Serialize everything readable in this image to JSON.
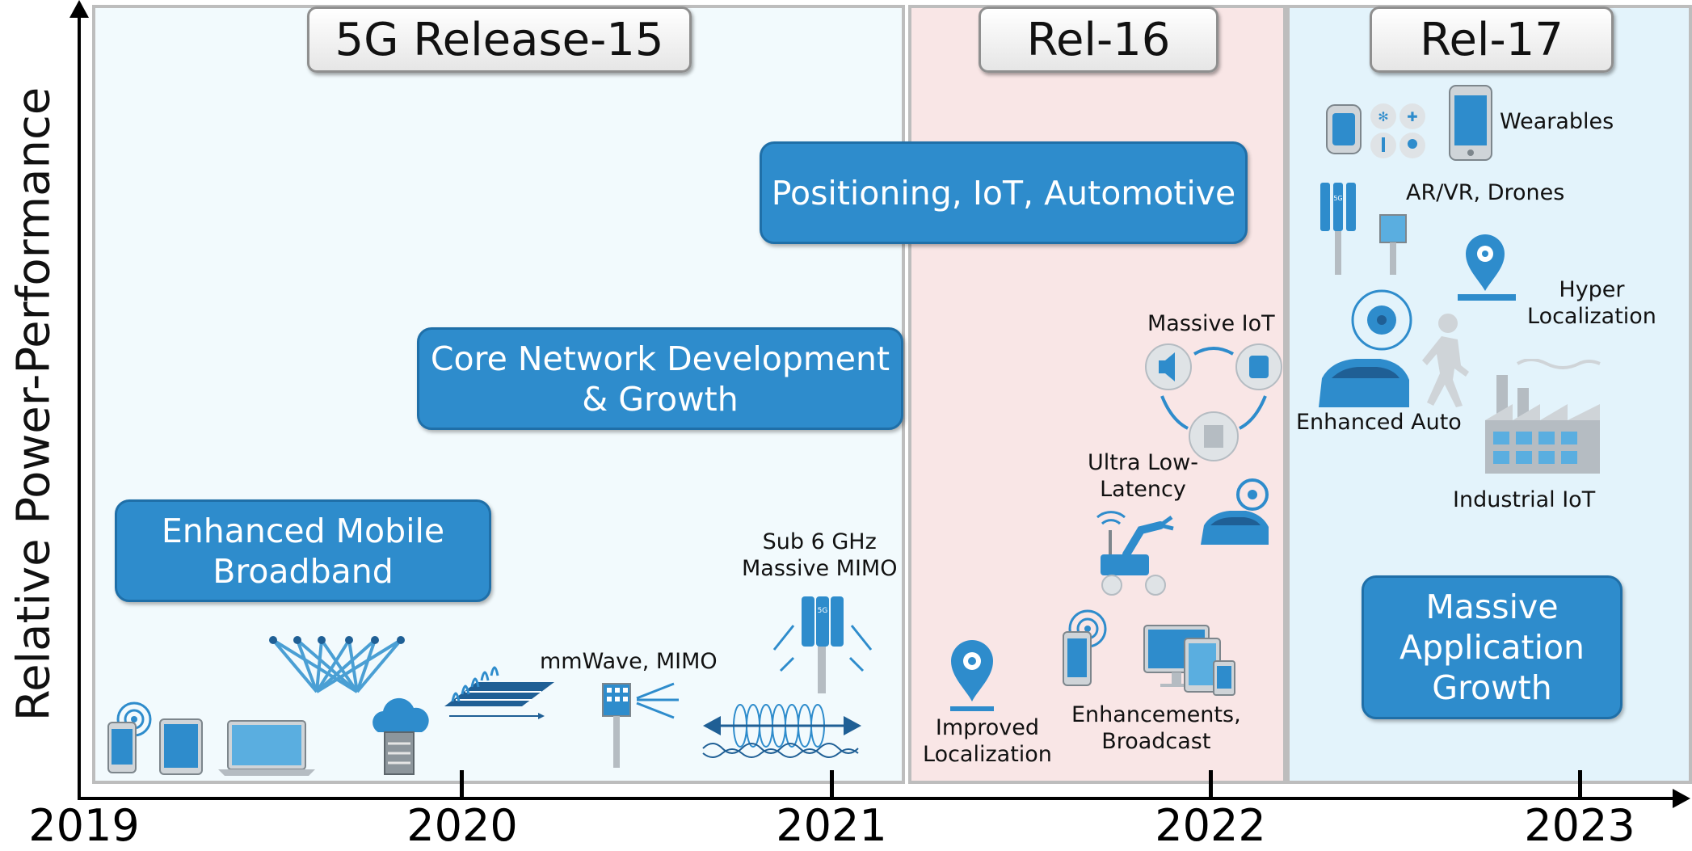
{
  "y_axis_label": "Relative Power-Performance",
  "years": [
    "2019",
    "2020",
    "2021",
    "2022",
    "2023"
  ],
  "releases": {
    "rel15": "5G Release-15",
    "rel16": "Rel-16",
    "rel17": "Rel-17"
  },
  "features": {
    "embb": "Enhanced Mobile Broadband",
    "core": "Core Network Development & Growth",
    "positioning": "Positioning, IoT, Automotive",
    "massive_app": "Massive Application Growth"
  },
  "labels": {
    "mmwave": "mmWave, MIMO",
    "sub6": "Sub 6 GHz\nMassive MIMO",
    "improved_loc": "Improved\nLocalization",
    "broadcast": "Enhancements,\nBroadcast",
    "massive_iot": "Massive IoT",
    "ull": "Ultra Low-\nLatency",
    "wearables": "Wearables",
    "arvr": "AR/VR, Drones",
    "hyper": "Hyper\nLocalization",
    "enhanced_auto": "Enhanced Auto",
    "industrial_iot": "Industrial IoT"
  },
  "tower_badge": "5G",
  "colors": {
    "feature_blue": "#2e8ccc",
    "rel15_bg": "#f2fafd",
    "rel16_bg": "#f9e6e6",
    "rel17_bg": "#e3f3fb"
  }
}
